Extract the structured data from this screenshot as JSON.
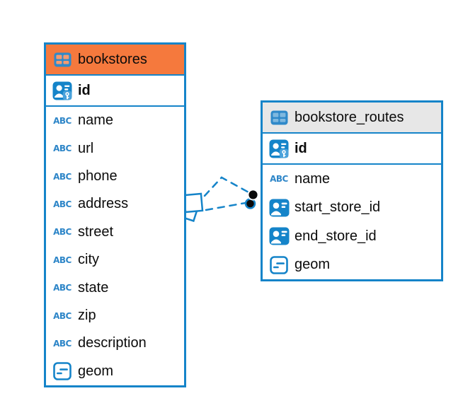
{
  "diagram": {
    "type": "entity-relationship",
    "background": "#ffffff"
  },
  "colors": {
    "accent_blue": "#1584C9",
    "bookstores_header": "#F5793D",
    "routes_header": "#E7E7E7",
    "text": "#0b0b0b",
    "table_icon_blue": "#2F89C9",
    "bookstores_icon_cells": "#F49B70",
    "routes_icon_cells": "#7FB8DF",
    "dot_marker_fill": "#0a0a0a"
  },
  "icon_glyphs": {
    "abc": "ABC"
  },
  "tables": [
    {
      "name": "bookstores",
      "header_color": "#F5793D",
      "icon": "table-icon",
      "icon_cell_color": "#F49B70",
      "primary_key": {
        "label": "id",
        "icon": "person-key-icon"
      },
      "columns": [
        {
          "label": "name",
          "icon": "abc-text-icon"
        },
        {
          "label": "url",
          "icon": "abc-text-icon"
        },
        {
          "label": "phone",
          "icon": "abc-text-icon"
        },
        {
          "label": "address",
          "icon": "abc-text-icon"
        },
        {
          "label": "street",
          "icon": "abc-text-icon"
        },
        {
          "label": "city",
          "icon": "abc-text-icon"
        },
        {
          "label": "state",
          "icon": "abc-text-icon"
        },
        {
          "label": "zip",
          "icon": "abc-text-icon"
        },
        {
          "label": "description",
          "icon": "abc-text-icon"
        },
        {
          "label": "geom",
          "icon": "geometry-icon"
        }
      ]
    },
    {
      "name": "bookstore_routes",
      "header_color": "#E7E7E7",
      "icon": "table-icon",
      "icon_cell_color": "#7FB8DF",
      "primary_key": {
        "label": "id",
        "icon": "person-key-icon"
      },
      "columns": [
        {
          "label": "name",
          "icon": "abc-text-icon"
        },
        {
          "label": "start_store_id",
          "icon": "person-card-icon"
        },
        {
          "label": "end_store_id",
          "icon": "person-card-icon"
        },
        {
          "label": "geom",
          "icon": "geometry-icon"
        }
      ]
    }
  ],
  "relationships": [
    {
      "from": "bookstores",
      "to": "bookstore_routes",
      "style": "dashed",
      "start_marker": "overlapping-squares",
      "end_marker": "dot"
    },
    {
      "from": "bookstores",
      "to": "bookstore_routes",
      "style": "dashed",
      "start_marker": "overlapping-squares",
      "end_marker": "dot"
    }
  ]
}
